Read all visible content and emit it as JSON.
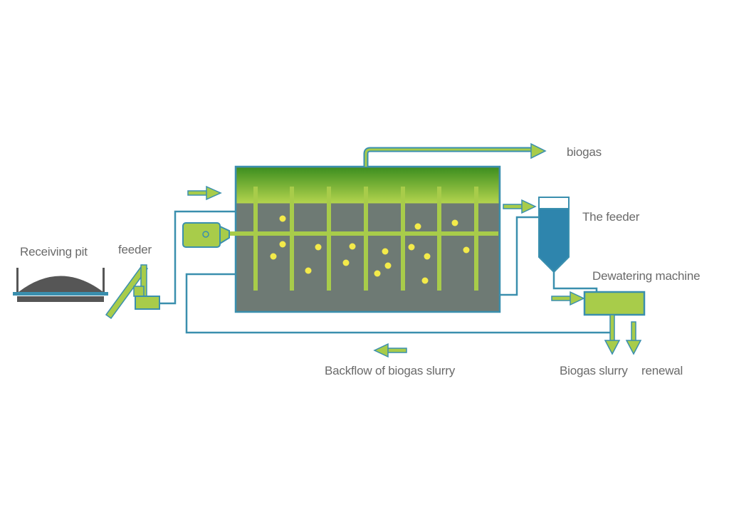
{
  "labels": {
    "receiving_pit": "Receiving pit",
    "feeder": "feeder",
    "biogas": "biogas",
    "the_feeder": "The feeder",
    "dewatering_machine": "Dewatering machine",
    "backflow": "Backflow of biogas slurry",
    "biogas_slurry": "Biogas slurry",
    "renewal": "renewal"
  },
  "colors": {
    "pipe": "#3a8fae",
    "green_light": "#a8cc4a",
    "green_dark": "#3e8f20",
    "tank_body": "#6e7a74",
    "bubble": "#f3ea4a",
    "funnel": "#2e85ad",
    "pit_dark": "#565656",
    "text": "#6a6a6a"
  }
}
